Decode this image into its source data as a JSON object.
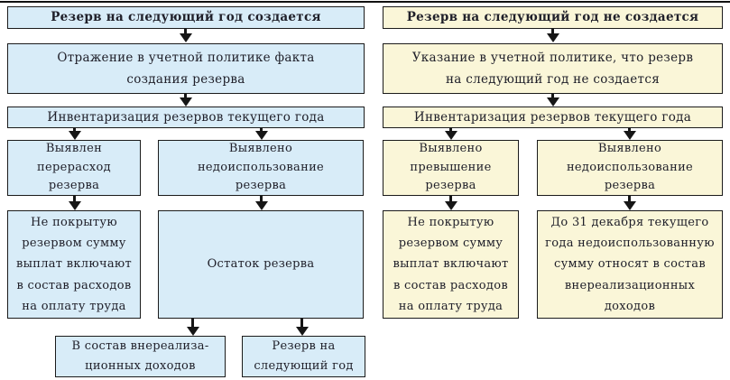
{
  "colors": {
    "left_fill": "#d8ecf8",
    "right_fill": "#faf6d8",
    "border": "#1b1b1b",
    "arrow": "#161616",
    "text": "#20202a"
  },
  "left": {
    "header": "Резерв на следующий год создается",
    "policy": "Отражение в учетной политике факта\nсоздания резерва",
    "inventory": "Инвентаризация резервов текущего года",
    "branch_overrun": "Выявлен\nперерасход\nрезерва",
    "branch_underuse": "Выявлено\nнедоиспользование\nрезерва",
    "outcome_overrun": "Не покрытую\nрезервом сумму\nвыплат включают\nв состав расходов\nна оплату труда",
    "outcome_underuse": "Остаток резерва",
    "result_income": "В состав внереализа-\nционных доходов",
    "result_next_year": "Резерв на\nследующий год"
  },
  "right": {
    "header": "Резерв на следующий год не создается",
    "policy": "Указание в учетной политике, что резерв\nна следующий год не создается",
    "inventory": "Инвентаризация резервов текущего года",
    "branch_excess": "Выявлено\nпревышение\nрезерва",
    "branch_underuse": "Выявлено\nнедоиспользование\nрезерва",
    "outcome_excess": "Не покрытую\nрезервом сумму\nвыплат включают\nв состав расходов\nна оплату труда",
    "outcome_underuse": "До 31 декабря текущего\nгода недоиспользованную\nсумму относят в состав\nвнереализационных\nдоходов"
  }
}
